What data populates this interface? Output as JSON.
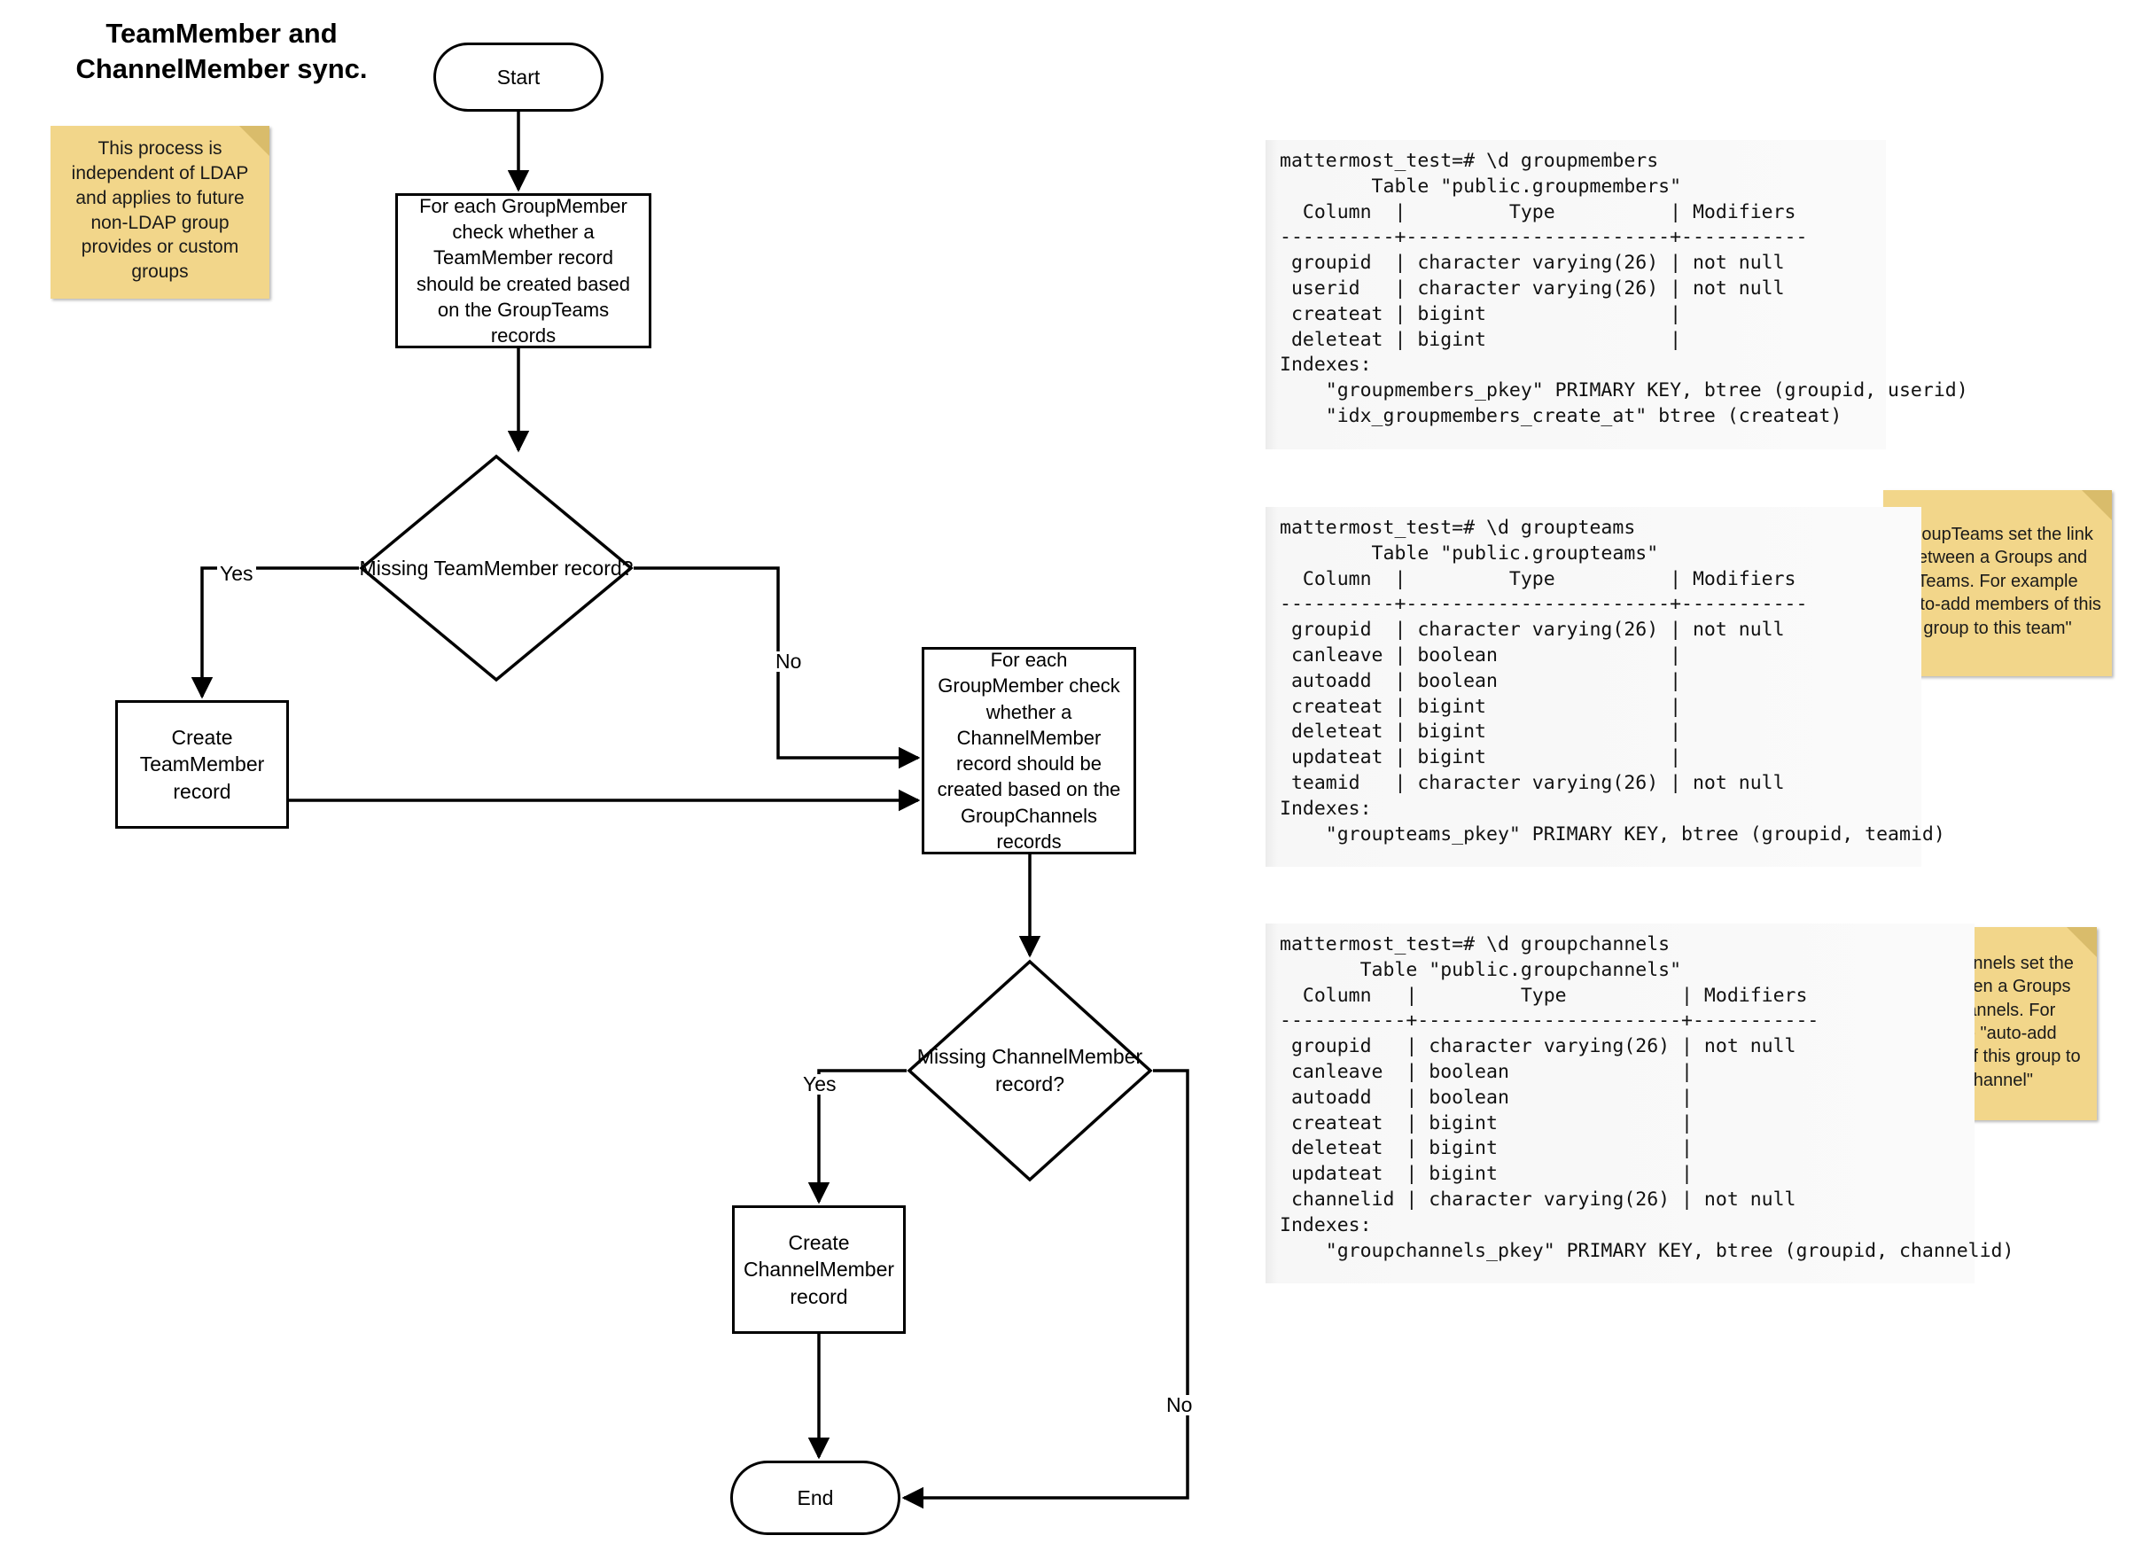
{
  "title": "TeamMember and\nChannelMember sync.",
  "notes": [
    {
      "id": "ldap",
      "text": "This process is independent of LDAP and applies to future non-LDAP group provides or custom groups"
    },
    {
      "id": "groupteams",
      "text": "GroupTeams set the link between a Groups and Teams. For example \"auto-add members of this group to this team\""
    },
    {
      "id": "groupchannels",
      "text": "GroupChannels set the link between a Groups and Channels. For example \"auto-add members of this group to this channel\""
    }
  ],
  "flowchart": {
    "start_label": "Start",
    "end_label": "End",
    "process_team": "For each GroupMember check whether a TeamMember record should be created based on the GroupTeams records",
    "decision_team": "Missing TeamMember record?",
    "create_team": "Create TeamMember record",
    "process_channel": "For each GroupMember check whether a ChannelMember record should be created based on the GroupChannels records",
    "decision_channel": "Missing ChannelMember record?",
    "create_channel": "Create ChannelMember record",
    "labels": {
      "yes_1": "Yes",
      "no_1": "No",
      "yes_2": "Yes",
      "no_2": "No"
    }
  },
  "terminals": [
    {
      "id": "groupmembers",
      "prompt": "mattermost_test=# \\d groupmembers",
      "table_caption": "Table \"public.groupmembers\"",
      "header": "  Column  |         Type          | Modifiers",
      "separator": "----------+-----------------------+-----------",
      "rows": [
        " groupid  | character varying(26) | not null",
        " userid   | character varying(26) | not null",
        " createat | bigint                |",
        " deleteat | bigint                |"
      ],
      "indexes_label": "Indexes:",
      "indexes": [
        "    \"groupmembers_pkey\" PRIMARY KEY, btree (groupid, userid)",
        "    \"idx_groupmembers_create_at\" btree (createat)"
      ],
      "text": "mattermost_test=# \\d groupmembers\n        Table \"public.groupmembers\"\n  Column  |         Type          | Modifiers\n----------+-----------------------+-----------\n groupid  | character varying(26) | not null\n userid   | character varying(26) | not null\n createat | bigint                |\n deleteat | bigint                |\nIndexes:\n    \"groupmembers_pkey\" PRIMARY KEY, btree (groupid, userid)\n    \"idx_groupmembers_create_at\" btree (createat)"
    },
    {
      "id": "groupteams",
      "prompt": "mattermost_test=# \\d groupteams",
      "table_caption": "Table \"public.groupteams\"",
      "header": "  Column  |         Type          | Modifiers",
      "separator": "----------+-----------------------+-----------",
      "rows": [
        " groupid  | character varying(26) | not null",
        " canleave | boolean               |",
        " autoadd  | boolean               |",
        " createat | bigint                |",
        " deleteat | bigint                |",
        " updateat | bigint                |",
        " teamid   | character varying(26) | not null"
      ],
      "indexes_label": "Indexes:",
      "indexes": [
        "    \"groupteams_pkey\" PRIMARY KEY, btree (groupid, teamid)"
      ],
      "text": "mattermost_test=# \\d groupteams\n        Table \"public.groupteams\"\n  Column  |         Type          | Modifiers\n----------+-----------------------+-----------\n groupid  | character varying(26) | not null\n canleave | boolean               |\n autoadd  | boolean               |\n createat | bigint                |\n deleteat | bigint                |\n updateat | bigint                |\n teamid   | character varying(26) | not null\nIndexes:\n    \"groupteams_pkey\" PRIMARY KEY, btree (groupid, teamid)"
    },
    {
      "id": "groupchannels",
      "prompt": "mattermost_test=# \\d groupchannels",
      "table_caption": "Table \"public.groupchannels\"",
      "header": "  Column   |         Type          | Modifiers",
      "separator": "-----------+-----------------------+-----------",
      "rows": [
        " groupid   | character varying(26) | not null",
        " canleave  | boolean               |",
        " autoadd   | boolean               |",
        " createat  | bigint                |",
        " deleteat  | bigint                |",
        " updateat  | bigint                |",
        " channelid | character varying(26) | not null"
      ],
      "indexes_label": "Indexes:",
      "indexes": [
        "    \"groupchannels_pkey\" PRIMARY KEY, btree (groupid, channelid)"
      ],
      "text": "mattermost_test=# \\d groupchannels\n       Table \"public.groupchannels\"\n  Column   |         Type          | Modifiers\n-----------+-----------------------+-----------\n groupid   | character varying(26) | not null\n canleave  | boolean               |\n autoadd   | boolean               |\n createat  | bigint                |\n deleteat  | bigint                |\n updateat  | bigint                |\n channelid | character varying(26) | not null\nIndexes:\n    \"groupchannels_pkey\" PRIMARY KEY, btree (groupid, channelid)"
    }
  ],
  "colors": {
    "note_background": "#F2D68A",
    "note_fold": "#D9BC6B",
    "stroke": "#000000",
    "terminal_background": "#fafafa"
  }
}
